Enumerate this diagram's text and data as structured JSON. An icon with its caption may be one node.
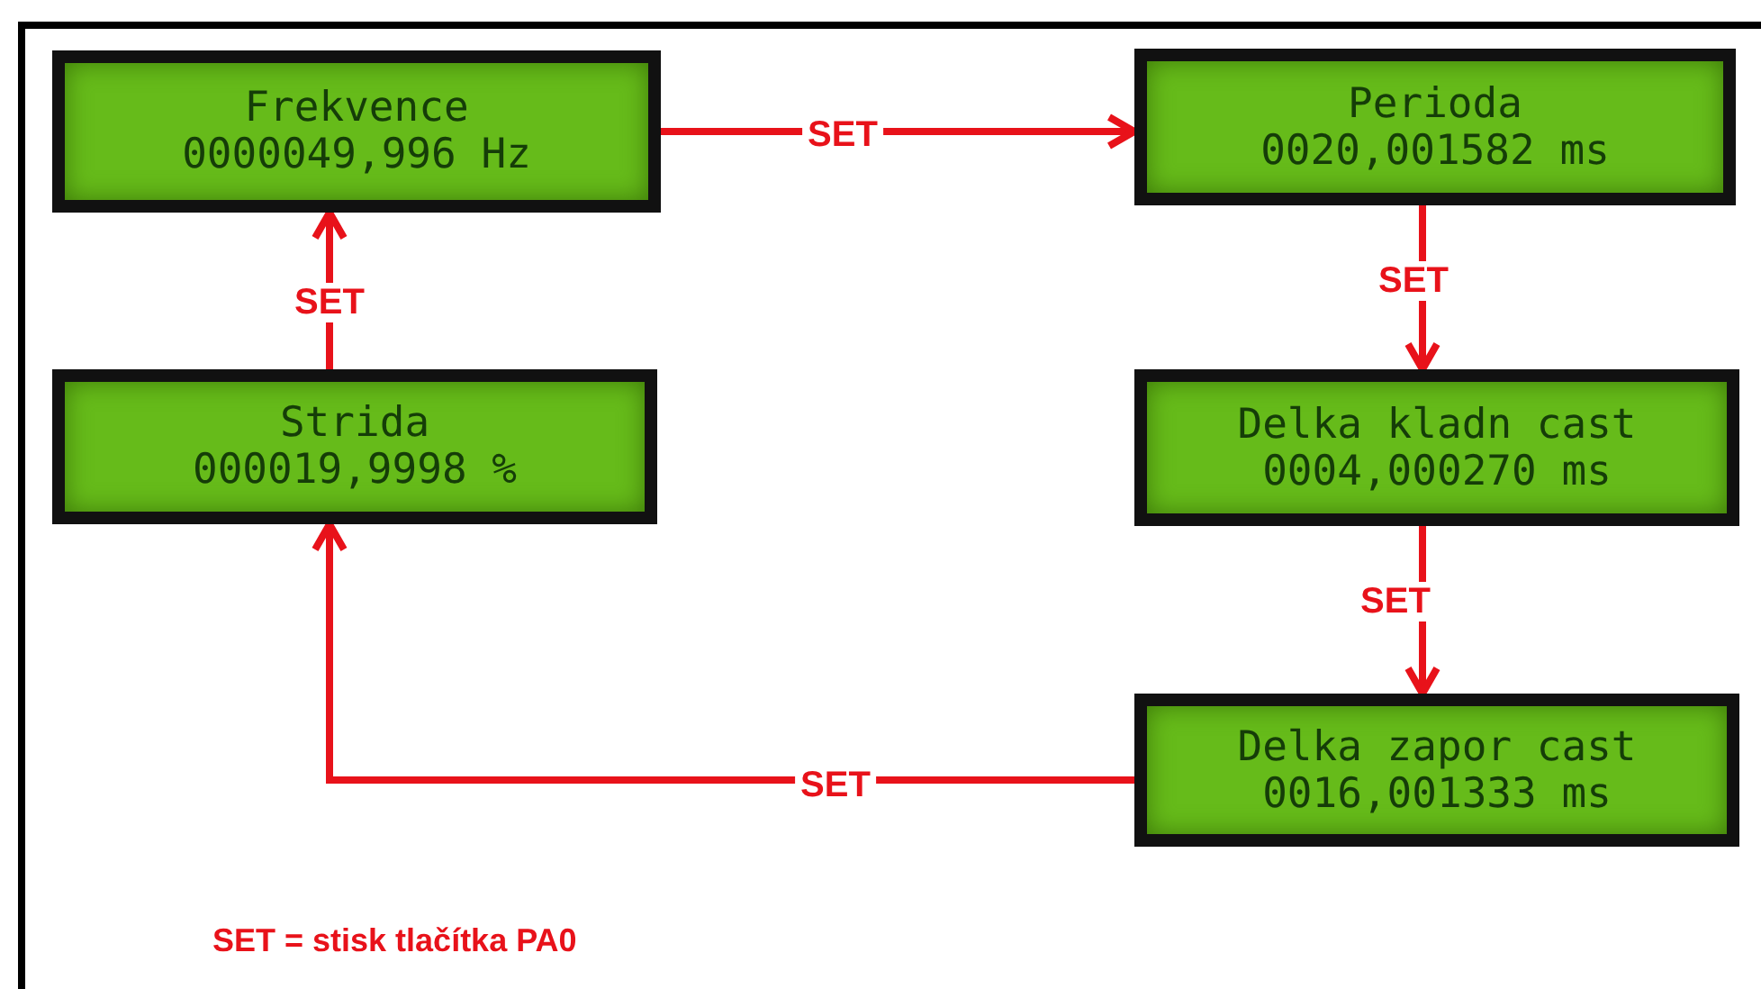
{
  "diagram": {
    "nodes": [
      {
        "text": [
          "Frekvence",
          "0000049,996 Hz"
        ]
      },
      {
        "text": [
          "Perioda",
          "0020,001582 ms"
        ]
      },
      {
        "text": [
          "Delka kladn cast",
          "0004,000270 ms"
        ]
      },
      {
        "text": [
          "Delka zapor cast",
          "0016,001333 ms"
        ]
      },
      {
        "text": [
          "Strida",
          "000019,9998 %"
        ]
      }
    ],
    "edges": [
      {
        "from": 0,
        "to": 1,
        "arrow": "to",
        "label": "SET"
      },
      {
        "from": 1,
        "to": 2,
        "arrow": "to",
        "label": "SET"
      },
      {
        "from": 2,
        "to": 3,
        "arrow": "to",
        "label": "SET"
      },
      {
        "from": 3,
        "to": 4,
        "arrow": "to",
        "label": "SET"
      },
      {
        "from": 4,
        "to": 0,
        "arrow": "to",
        "label": "SET"
      }
    ],
    "labels": [
      "SET = stisk tlačítka PA0"
    ]
  }
}
